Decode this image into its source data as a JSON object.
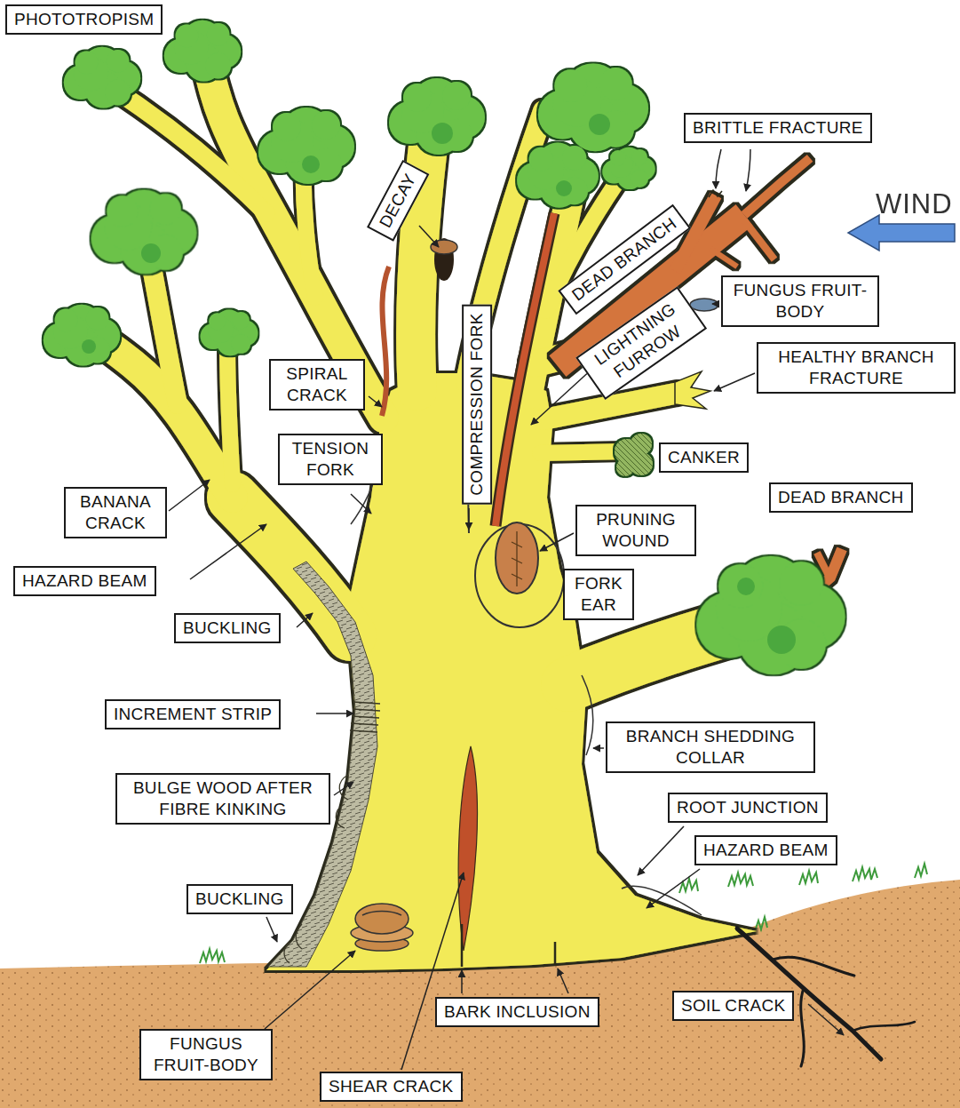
{
  "diagram": {
    "nodes": [
      {
        "text": [
          "PHOTOTROPISM"
        ]
      },
      {
        "text": [
          "BRITTLE FRACTURE"
        ]
      },
      {
        "text": [
          "DECAY"
        ]
      },
      {
        "text": [
          "DEAD BRANCH"
        ]
      },
      {
        "text": [
          "FUNGUS FRUIT-BODY"
        ]
      },
      {
        "text": [
          "LIGHTNING FURROW"
        ]
      },
      {
        "text": [
          "HEALTHY BRANCH FRACTURE"
        ]
      },
      {
        "text": [
          "SPIRAL CRACK"
        ]
      },
      {
        "text": [
          "COMPRESSION FORK"
        ]
      },
      {
        "text": [
          "TENSION FORK"
        ]
      },
      {
        "text": [
          "CANKER"
        ]
      },
      {
        "text": [
          "BANANA CRACK"
        ]
      },
      {
        "text": [
          "DEAD BRANCH"
        ]
      },
      {
        "text": [
          "PRUNING WOUND"
        ]
      },
      {
        "text": [
          "HAZARD BEAM"
        ]
      },
      {
        "text": [
          "FORK EAR"
        ]
      },
      {
        "text": [
          "BUCKLING"
        ]
      },
      {
        "text": [
          "INCREMENT STRIP"
        ]
      },
      {
        "text": [
          "BRANCH SHEDDING COLLAR"
        ]
      },
      {
        "text": [
          "BULGE WOOD AFTER FIBRE KINKING"
        ]
      },
      {
        "text": [
          "ROOT JUNCTION"
        ]
      },
      {
        "text": [
          "HAZARD BEAM"
        ]
      },
      {
        "text": [
          "BUCKLING"
        ]
      },
      {
        "text": [
          "BARK INCLUSION"
        ]
      },
      {
        "text": [
          "SOIL CRACK"
        ]
      },
      {
        "text": [
          "FUNGUS FRUIT-BODY"
        ]
      },
      {
        "text": [
          "SHEAR CRACK"
        ]
      }
    ],
    "labels": [
      "WIND"
    ]
  }
}
